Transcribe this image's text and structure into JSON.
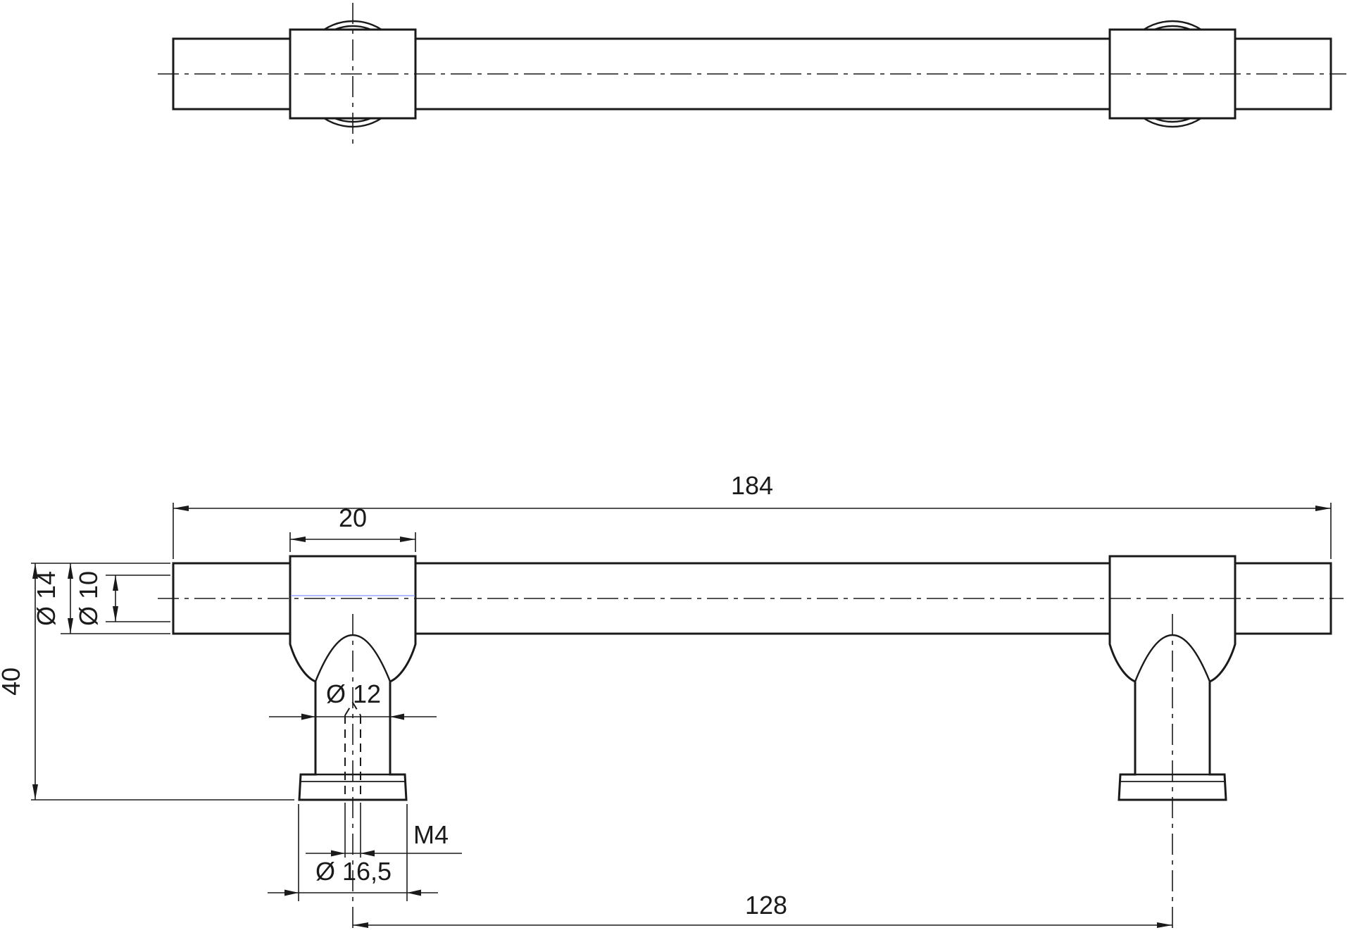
{
  "drawing": {
    "line_color": "#1a1a1a",
    "highlight_color": "#96a6ff",
    "dimensions": {
      "overall_length": "184",
      "post_width": "20",
      "bar_outer_diameter": "Ø 14",
      "bar_inner_diameter": "Ø 10",
      "overall_height": "40",
      "stem_diameter": "Ø 12",
      "thread_size": "M4",
      "base_diameter": "Ø 16,5",
      "hole_centers": "128"
    }
  }
}
